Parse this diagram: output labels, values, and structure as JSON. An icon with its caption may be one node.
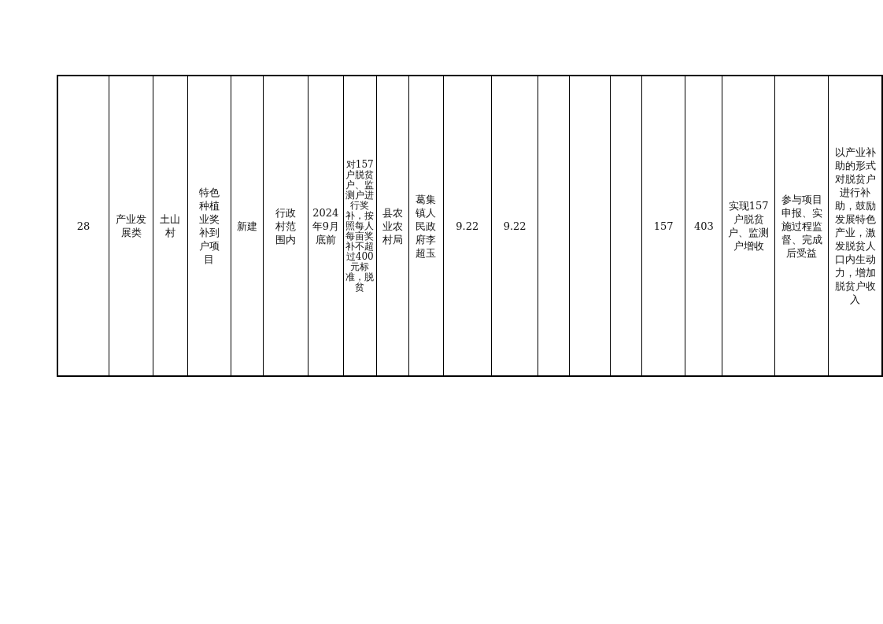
{
  "diagram": {
    "labels": [
      "28",
      "产业发展类",
      "土山村",
      "特色种植业奖补到户项目",
      "新建",
      "行政村范围内",
      "2024年9月底前",
      "对157户脱贫户、监测户进行奖补，按照每人每亩奖补不超过400元标准，脱贫",
      "县农业农村局",
      "葛集镇人民政府李超玉",
      "9.22",
      "9.22",
      "157",
      "403",
      "实现157户脱贫户、监测户增收",
      "参与项目申报、实施过程监督、完成后受益",
      "以产业补助的形式对脱贫户进行补助，鼓励发展特色产业，激发脱贫人口内生动力，增加脱贫户收入"
    ]
  }
}
